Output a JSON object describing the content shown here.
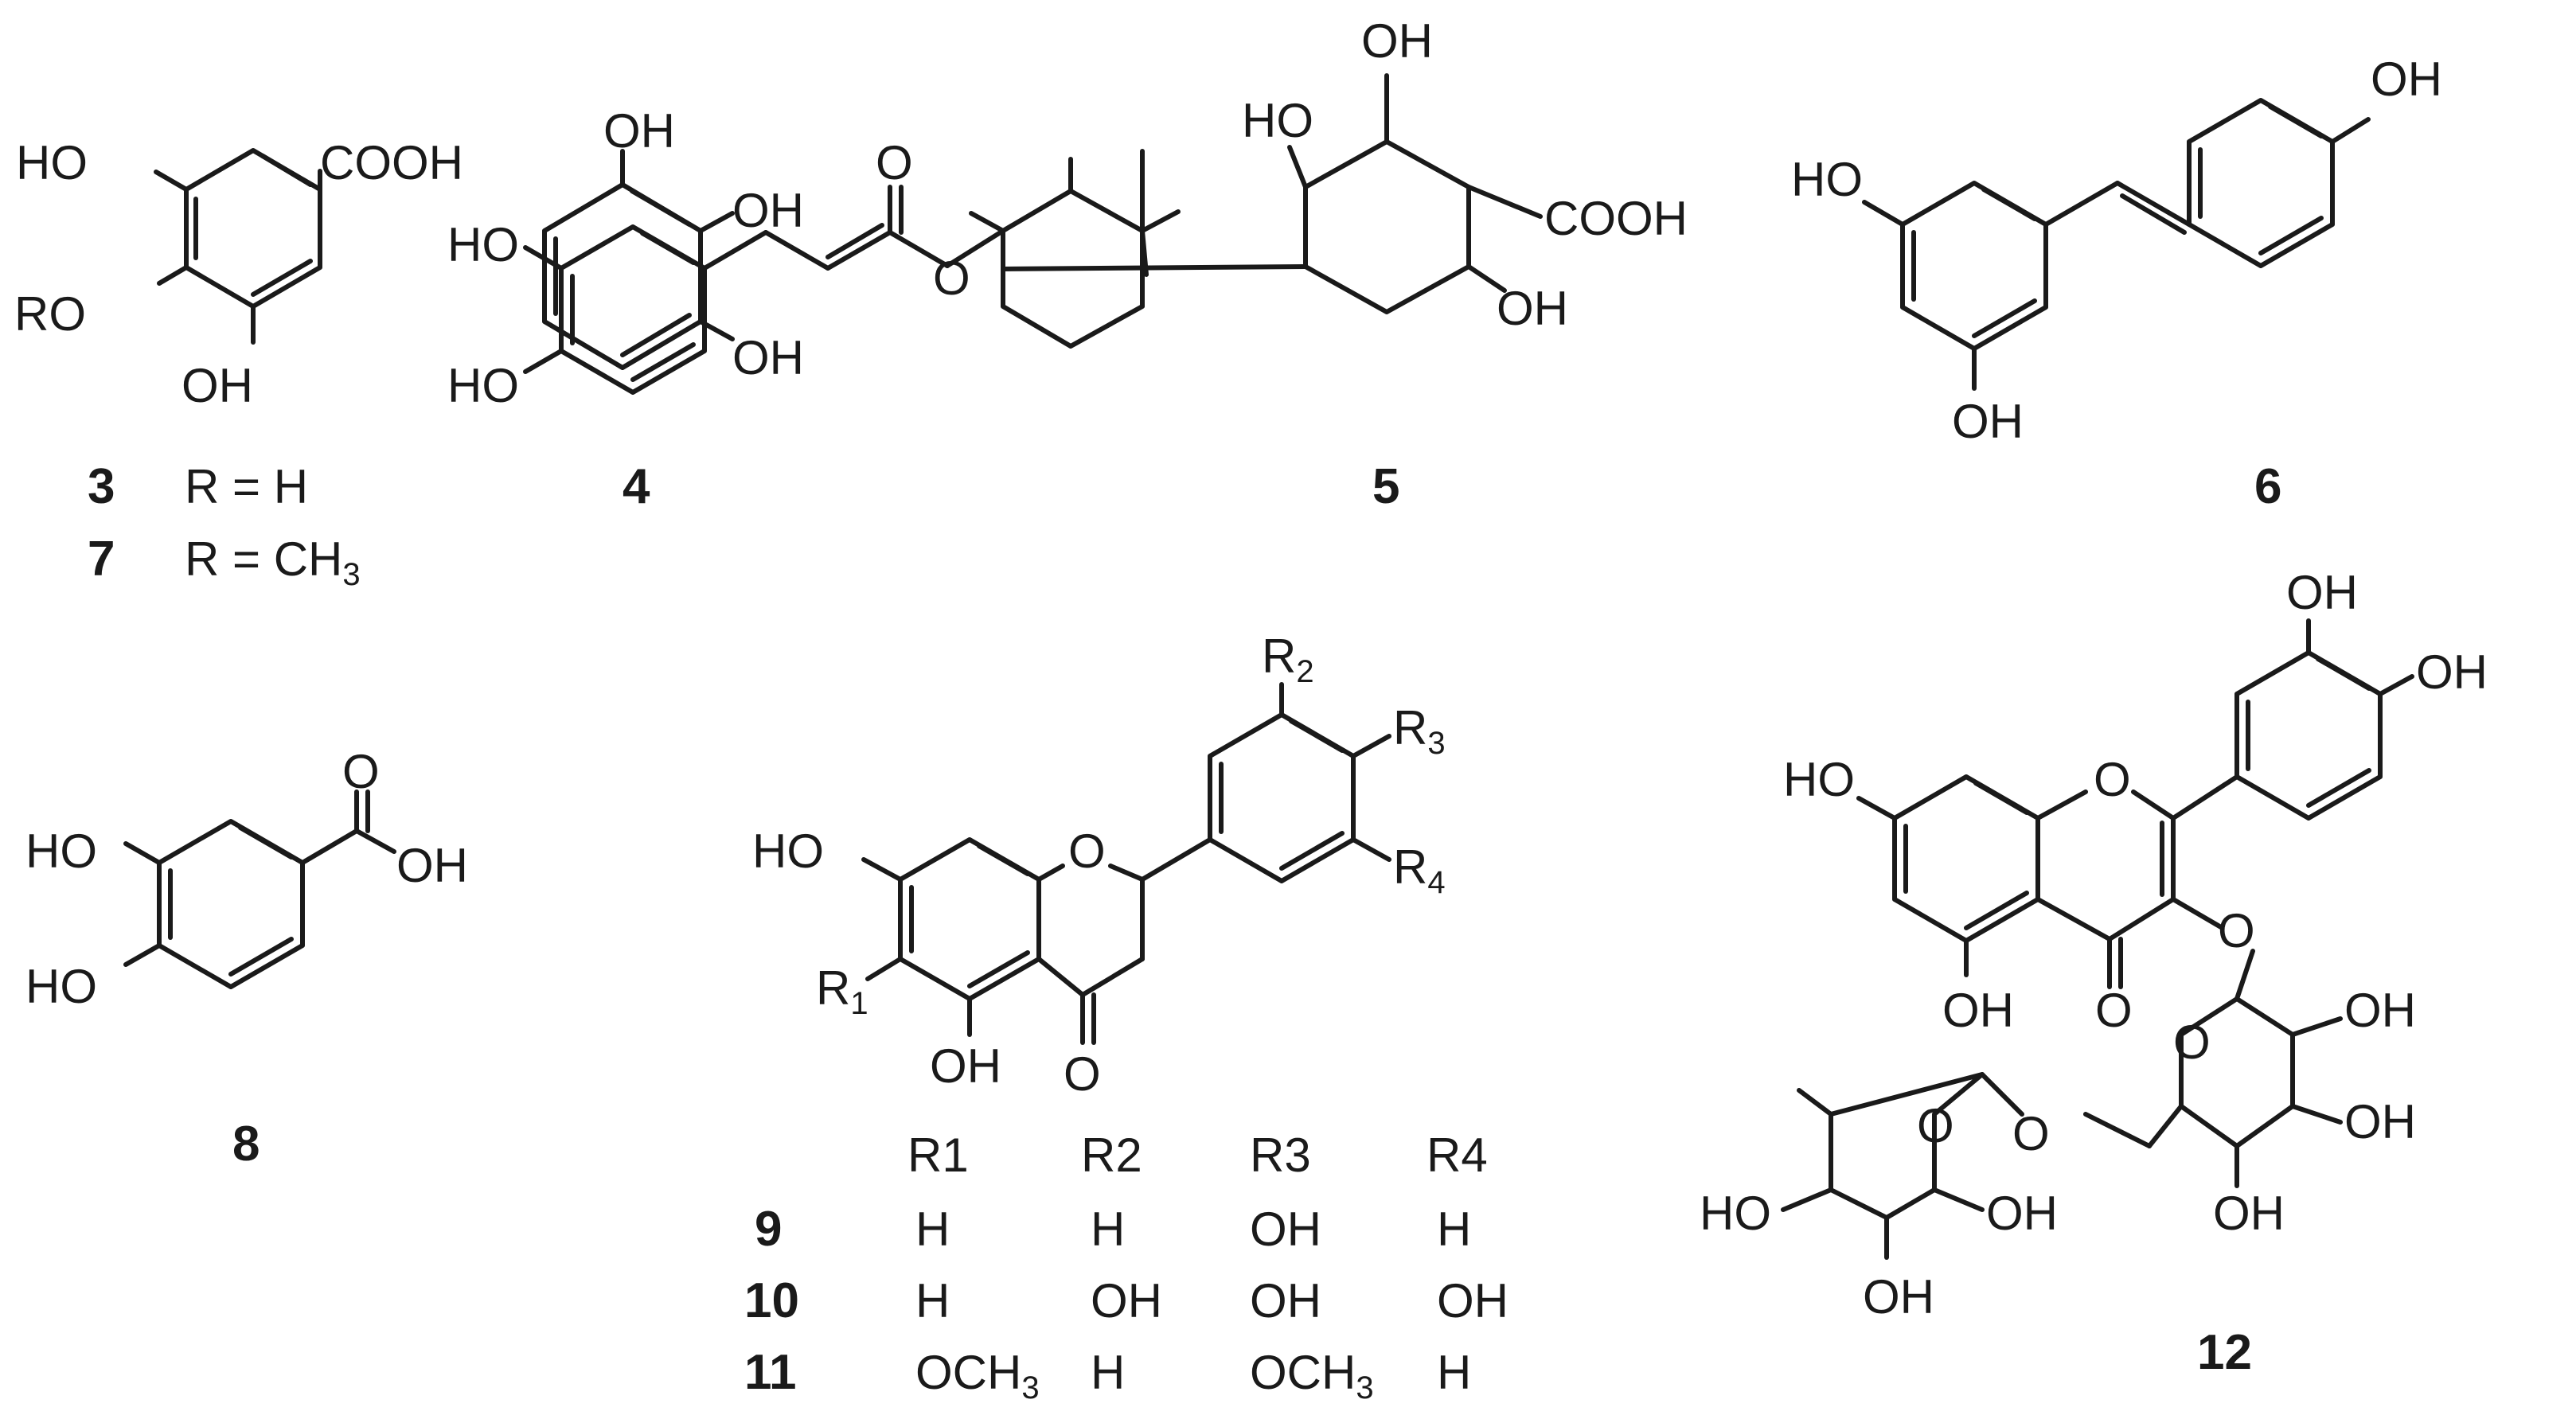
{
  "compounds": {
    "c3": {
      "number": "3",
      "rgroup": "R = H",
      "labels": {
        "ho_top": "HO",
        "cooh": "COOH",
        "ro": "RO",
        "oh_bottom": "OH"
      }
    },
    "c7": {
      "number": "7",
      "rgroup_main": "R = CH",
      "rgroup_sub": "3"
    },
    "c4": {
      "number": "4",
      "labels": {
        "oh1": "OH",
        "oh2": "OH",
        "oh3": "OH"
      }
    },
    "c5": {
      "number": "5",
      "labels": {
        "ho1": "HO",
        "ho2": "HO",
        "ho3": "HO",
        "oh_top": "OH",
        "oh_bottom": "OH",
        "o_carbonyl": "O",
        "o_ester": "O",
        "cooh": "COOH"
      }
    },
    "c6": {
      "number": "6",
      "labels": {
        "oh_top": "OH",
        "ho_left": "HO",
        "oh_bottom": "OH"
      }
    },
    "c8": {
      "number": "8",
      "labels": {
        "ho1": "HO",
        "ho2": "HO",
        "o_carbonyl": "O",
        "oh": "OH"
      }
    },
    "flavanone": {
      "labels": {
        "ho": "HO",
        "o_ring": "O",
        "o_carbonyl": "O",
        "oh": "OH",
        "r1": "R",
        "r1_sub": "1",
        "r2": "R",
        "r2_sub": "2",
        "r3": "R",
        "r3_sub": "3",
        "r4": "R",
        "r4_sub": "4"
      }
    },
    "c12": {
      "number": "12",
      "labels": {
        "oh_a": "OH",
        "oh_b": "OH",
        "ho_a": "HO",
        "o_ring": "O",
        "o_link": "O",
        "o_carbonyl": "O",
        "oh_c": "OH",
        "o_glc_ring": "O",
        "oh_glc1": "OH",
        "oh_glc2": "OH",
        "oh_glc3": "OH",
        "o_glyc": "O",
        "o_rha_ring": "O",
        "ho_rha": "HO",
        "oh_rha1": "OH",
        "oh_rha2": "OH"
      }
    }
  },
  "substituent_table": {
    "headers": [
      "R1",
      "R2",
      "R3",
      "R4"
    ],
    "rows": [
      {
        "compound": "9",
        "r1": "H",
        "r2": "H",
        "r3": "OH",
        "r4": "H"
      },
      {
        "compound": "10",
        "r1": "H",
        "r2": "OH",
        "r3": "OH",
        "r4": "OH"
      },
      {
        "compound": "11",
        "r1_main": "OCH",
        "r1_sub": "3",
        "r2": "H",
        "r3_main": "OCH",
        "r3_sub": "3",
        "r4": "H"
      }
    ]
  }
}
